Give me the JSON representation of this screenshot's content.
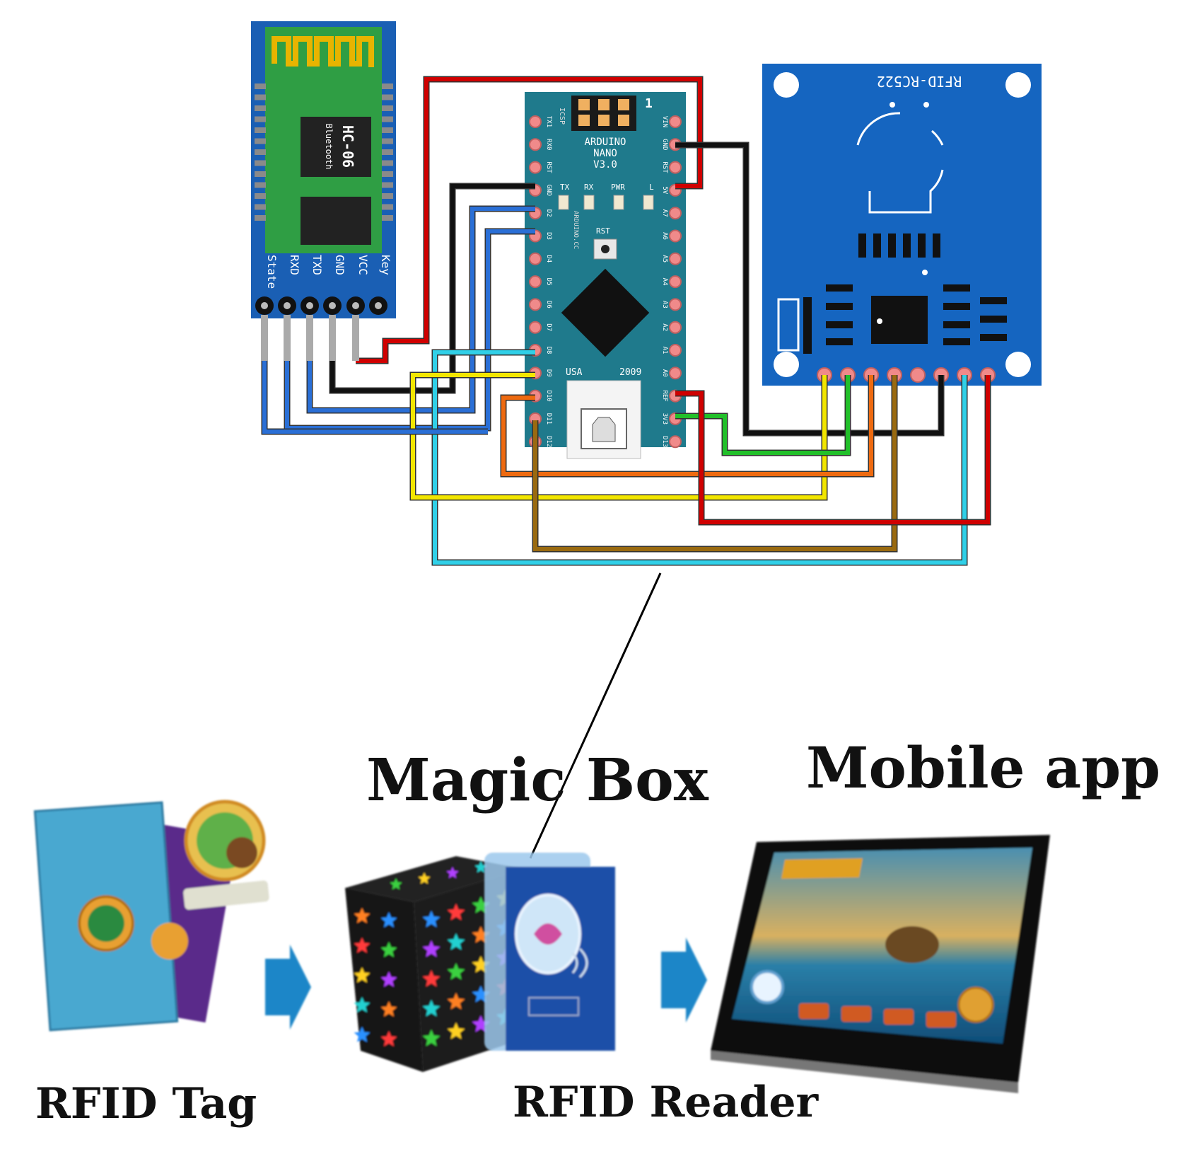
{
  "hc06": {
    "title": "HC-06",
    "subtitle": "Bluetooth",
    "pins": [
      "State",
      "RXD",
      "TXD",
      "GND",
      "VCC",
      "Key"
    ]
  },
  "nano": {
    "icsp": "ICSP",
    "icsp_num": "1",
    "name_lines": [
      "ARDUINO",
      "NANO",
      "V3.0"
    ],
    "leds": [
      "TX",
      "RX",
      "PWR",
      "L"
    ],
    "rst": "RST",
    "cc": "ARDUINO.CC",
    "usa": "USA",
    "year": "2009",
    "left_pins": [
      "TX1",
      "RX0",
      "RST",
      "GND",
      "D2",
      "D3",
      "D4",
      "D5",
      "D6",
      "D7",
      "D8",
      "D9",
      "D10",
      "D11",
      "D12"
    ],
    "right_pins": [
      "VIN",
      "GND",
      "RST",
      "5V",
      "A7",
      "A6",
      "A5",
      "A4",
      "A3",
      "A2",
      "A1",
      "A0",
      "REF",
      "3V3",
      "D13"
    ]
  },
  "rfid": {
    "title": "RFID-RC522"
  },
  "labels": {
    "magic_box": "Magic Box",
    "mobile_app": "Mobile app",
    "rfid_tag": "RFID Tag",
    "rfid_reader": "RFID Reader"
  },
  "colors": {
    "hc06_board": "#1a5fb4",
    "hc06_pcb": "#2f9e44",
    "nano_board": "#1f7a8c",
    "rfid_board": "#1565c0",
    "wire_red": "#d00000",
    "wire_black": "#111111",
    "wire_blue": "#2a6fd6",
    "wire_yellow": "#f2e600",
    "wire_green": "#22c02a",
    "wire_orange": "#ee6a10",
    "wire_brown": "#9a6a10",
    "wire_cyan": "#30d0e8",
    "arrow": "#1c86c8"
  }
}
